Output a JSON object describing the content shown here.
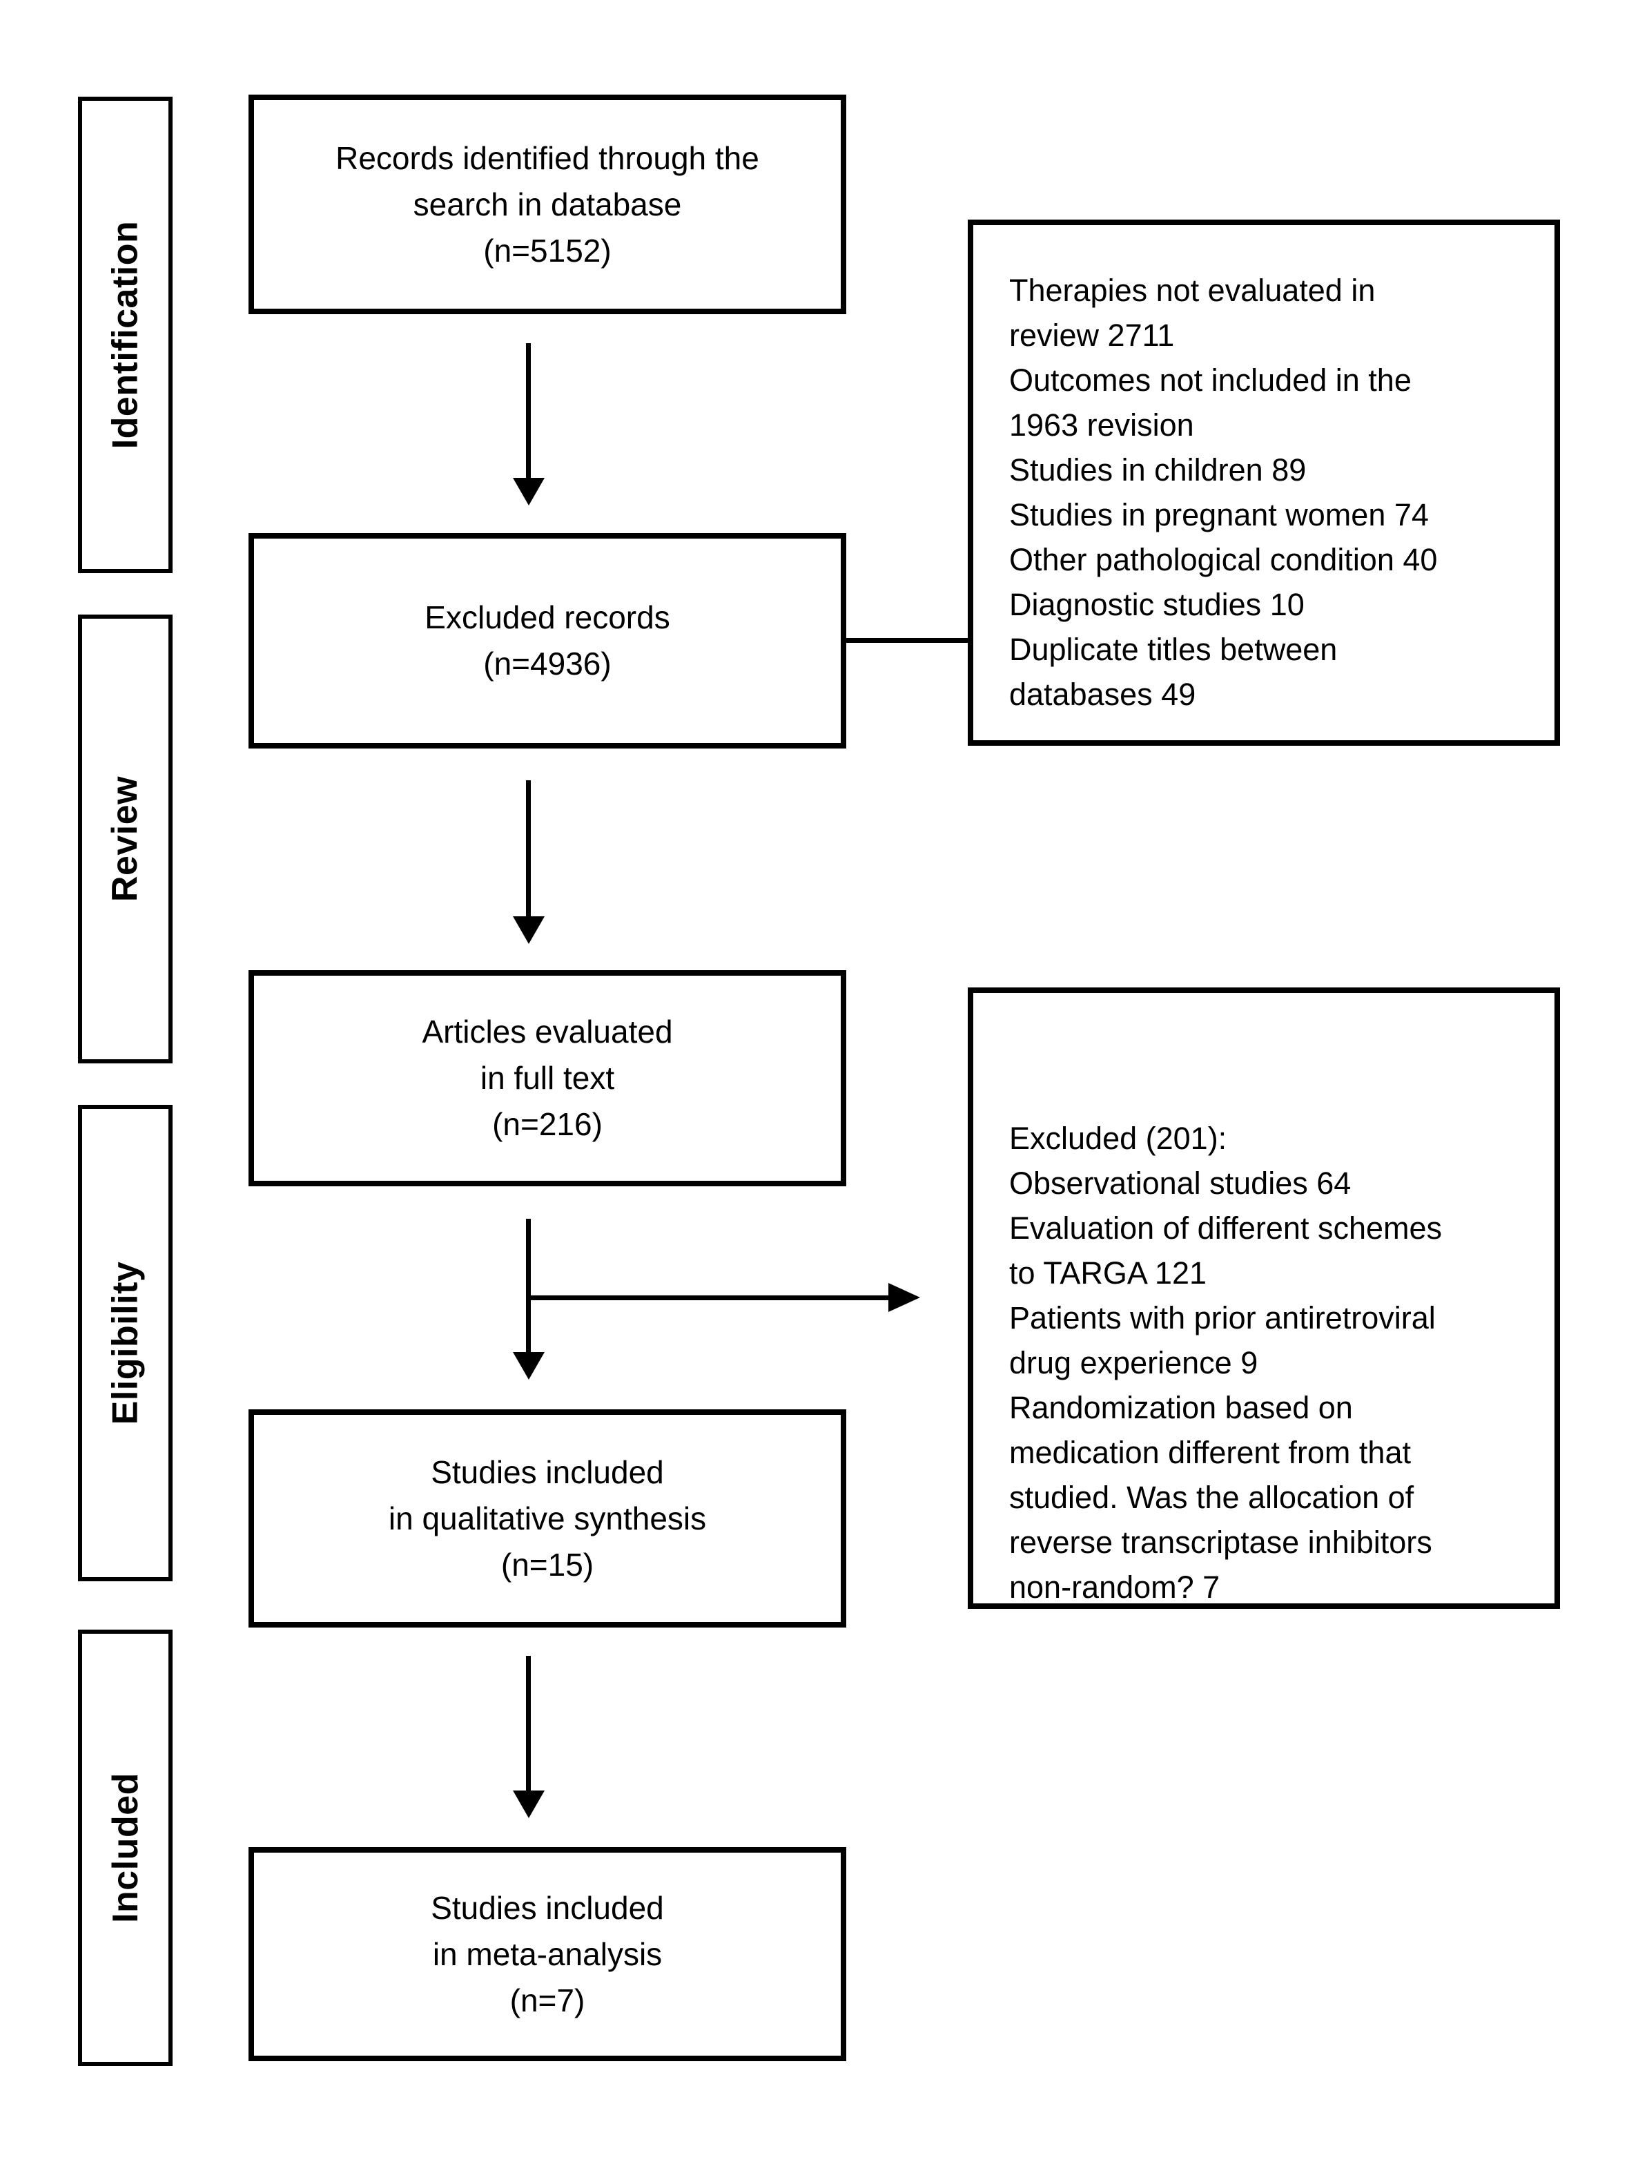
{
  "diagram": {
    "type": "prisma-flowchart",
    "colors": {
      "ink": "#000000",
      "background": "#ffffff"
    },
    "stages": [
      {
        "label": "Identification"
      },
      {
        "label": "Review"
      },
      {
        "label": "Eligibility"
      },
      {
        "label": "Included"
      }
    ],
    "flow_boxes": [
      {
        "id": "records-identified",
        "text": "Records identified through the\nsearch in database\n(n=5152)"
      },
      {
        "id": "excluded-records",
        "text": "Excluded records\n(n=4936)"
      },
      {
        "id": "articles-full-text",
        "text": "Articles evaluated\nin full text\n(n=216)"
      },
      {
        "id": "qualitative-synthesis",
        "text": "Studies included\nin qualitative synthesis\n(n=15)"
      },
      {
        "id": "meta-analysis",
        "text": "Studies included\nin meta-analysis\n(n=7)"
      }
    ],
    "side_boxes": [
      {
        "id": "screening-exclusion-reasons",
        "text": "Therapies not evaluated in\nreview 2711\nOutcomes not included in the\n1963 revision\nStudies in children 89\nStudies in pregnant women 74\nOther pathological condition 40\nDiagnostic studies 10\nDuplicate titles between\ndatabases 49"
      },
      {
        "id": "fulltext-exclusion-reasons",
        "text": "Excluded (201):\nObservational studies 64\nEvaluation of different schemes\nto TARGA 121\nPatients with prior antiretroviral\ndrug experience 9\nRandomization based on\nmedication different from that\nstudied. Was the allocation of\nreverse transcriptase inhibitors\nnon-random? 7"
      }
    ]
  }
}
